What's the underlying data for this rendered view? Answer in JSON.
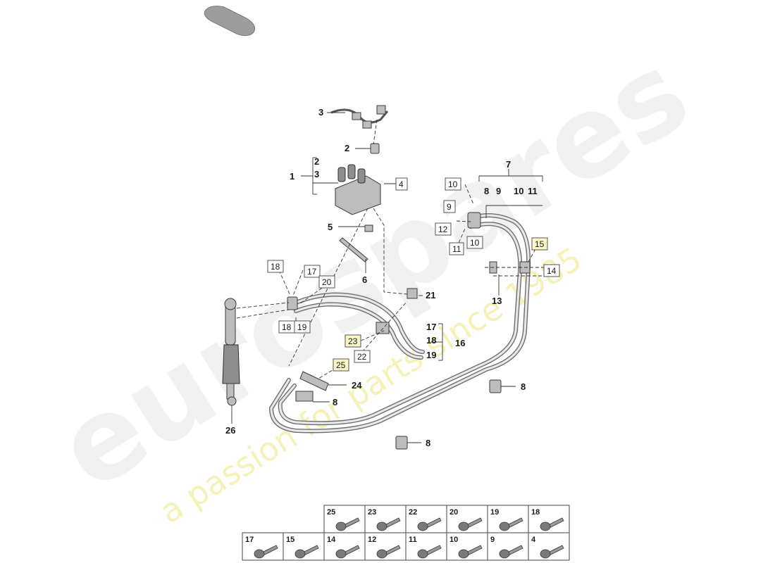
{
  "watermark": {
    "brand": "eurospares",
    "tagline": "a passion for parts since 1985"
  },
  "callouts": {
    "c1": "1",
    "c2a": "2",
    "c3a": "3",
    "c2b": "2",
    "c3b": "3",
    "c4": "4",
    "c5": "5",
    "c6": "6",
    "c7": "7",
    "c8a": "8",
    "c9a": "9",
    "c10a": "10",
    "c11a": "11",
    "c10b": "10",
    "c9b": "9",
    "c12": "12",
    "c11b": "11",
    "c10c": "10",
    "c15": "15",
    "c14": "14",
    "c13": "13",
    "c18a": "18",
    "c17a": "17",
    "c20": "20",
    "c21": "21",
    "c18b": "18",
    "c19a": "19",
    "c17b": "17",
    "c18c": "18",
    "c19b": "19",
    "c16": "16",
    "c23": "23",
    "c22": "22",
    "c25": "25",
    "c24": "24",
    "c8b": "8",
    "c8c": "8",
    "c8d": "8",
    "c26": "26"
  },
  "legend": {
    "row1": [
      "25",
      "23",
      "22",
      "20",
      "19",
      "18"
    ],
    "row2": [
      "17",
      "15",
      "14",
      "12",
      "11",
      "10",
      "9",
      "4"
    ]
  }
}
